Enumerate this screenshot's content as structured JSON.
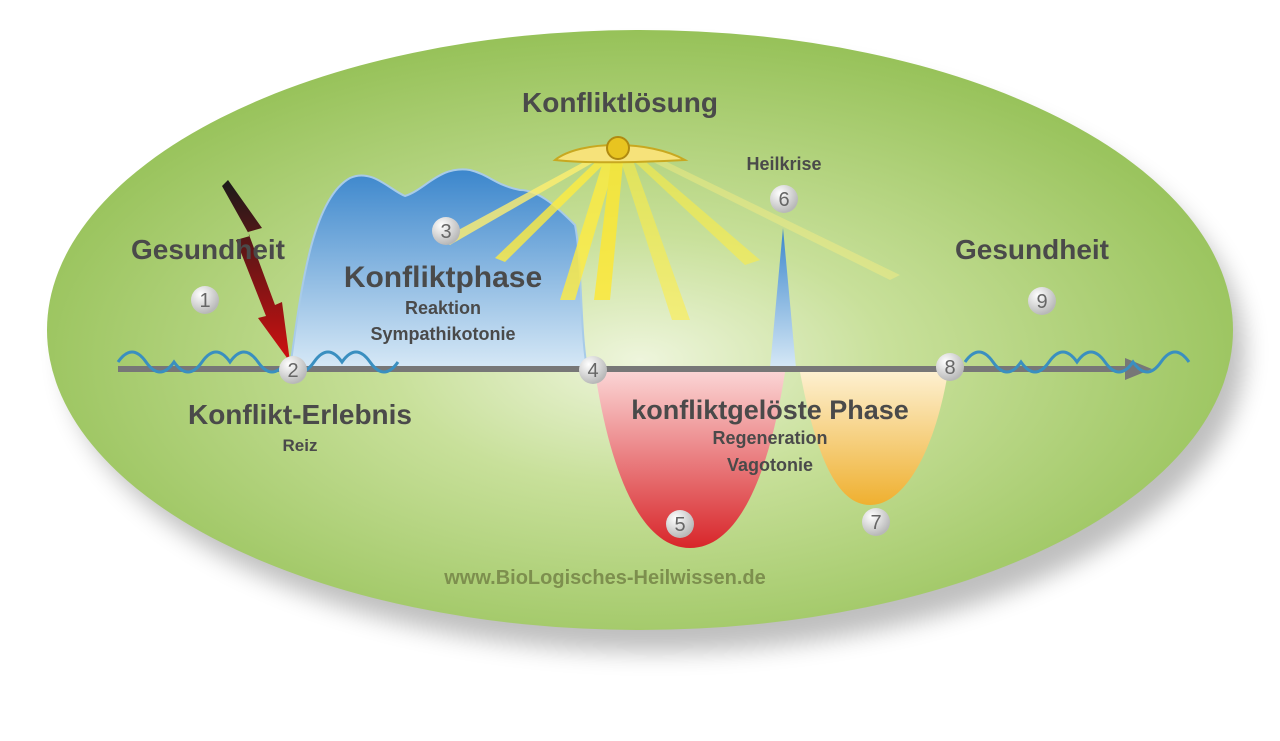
{
  "title": "Konfliktlösung",
  "labels": {
    "heilkrise": "Heilkrise",
    "gesundheit_left": "Gesundheit",
    "gesundheit_right": "Gesundheit",
    "konfliktphase": "Konfliktphase",
    "reaktion": "Reaktion",
    "sympathikotonie": "Sympathikotonie",
    "konflikt_erlebnis": "Konflikt-Erlebnis",
    "reiz": "Reiz",
    "konfliktgeloeste_phase": "konfliktgelöste Phase",
    "regeneration": "Regeneration",
    "vagotonie": "Vagotonie",
    "website": "www.BioLogisches-Heilwissen.de"
  },
  "markers": [
    "1",
    "2",
    "3",
    "4",
    "5",
    "6",
    "7",
    "8",
    "9"
  ],
  "colors": {
    "ellipse": "#9cc55e",
    "conflict_phase": "#4a90cf",
    "regeneration": "#e23a3a",
    "crisis_recovery": "#f0b83a",
    "rays": "#ffec40",
    "text": "#4a4a4a",
    "website": "#7d8f4e"
  }
}
